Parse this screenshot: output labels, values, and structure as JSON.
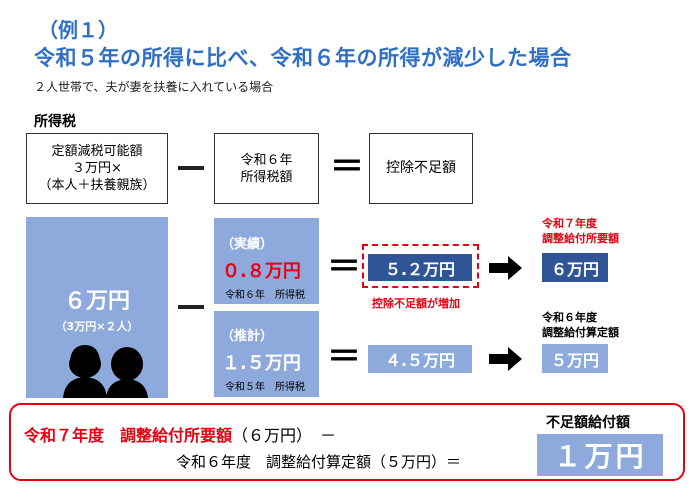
{
  "header": {
    "example": "（例１）",
    "title": "令和５年の所得に比べ、令和６年の所得が減少した場合",
    "subtitle": "２人世帯で、夫が妻を扶養に入れている場合",
    "section": "所得税"
  },
  "formula": {
    "box1": [
      "定額減税可能額",
      "３万円×",
      "（本人＋扶養親族）"
    ],
    "box2": [
      "令和６年",
      "所得税額"
    ],
    "box3": "控除不足額"
  },
  "left_block": {
    "amount": "６万円",
    "note": "（3万円×２人）"
  },
  "actual": {
    "tag": "（実績）",
    "amount": "０.８万円",
    "caption": "令和６年　所得税",
    "result": "５.２万円",
    "result_note": "控除不足額が増加",
    "final_label": [
      "令和７年度",
      "調整給付所要額"
    ],
    "final_value": "６万円"
  },
  "estimate": {
    "tag": "（推計）",
    "amount": "１.５万円",
    "caption": "令和５年　所得税",
    "result": "４.５万円",
    "final_label": [
      "令和６年度",
      "調整給付算定額"
    ],
    "final_value": "５万円"
  },
  "summary": {
    "line1_red": "令和７年度　調整給付所要額",
    "line1_rest": "（６万円）　－",
    "line2": "令和６年度　調整給付算定額（５万円）＝",
    "shortfall_label": "不足額給付額",
    "shortfall_value": "１万円"
  },
  "colors": {
    "title": "#2f6fc6",
    "light_blue": "#8eaadc",
    "dark_blue": "#2f5597",
    "red": "#e60012"
  }
}
